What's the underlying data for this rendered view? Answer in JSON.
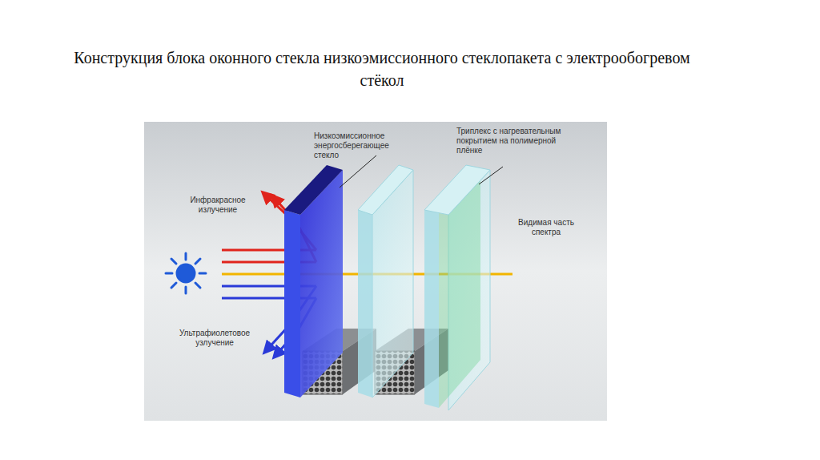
{
  "diagram": {
    "title": "Конструкция блока оконного стекла низкоэмиссионного стеклопакета с электрообогревом стёкол",
    "labels": [
      "Низкоэмиссионное энергосберегающее стекло",
      "Триплекс с нагревательным покрытием на полимерной плёнке",
      "Инфракрасное излучение",
      "Видимая часть спектра",
      "Ультрафиолетовое узлучение"
    ]
  }
}
